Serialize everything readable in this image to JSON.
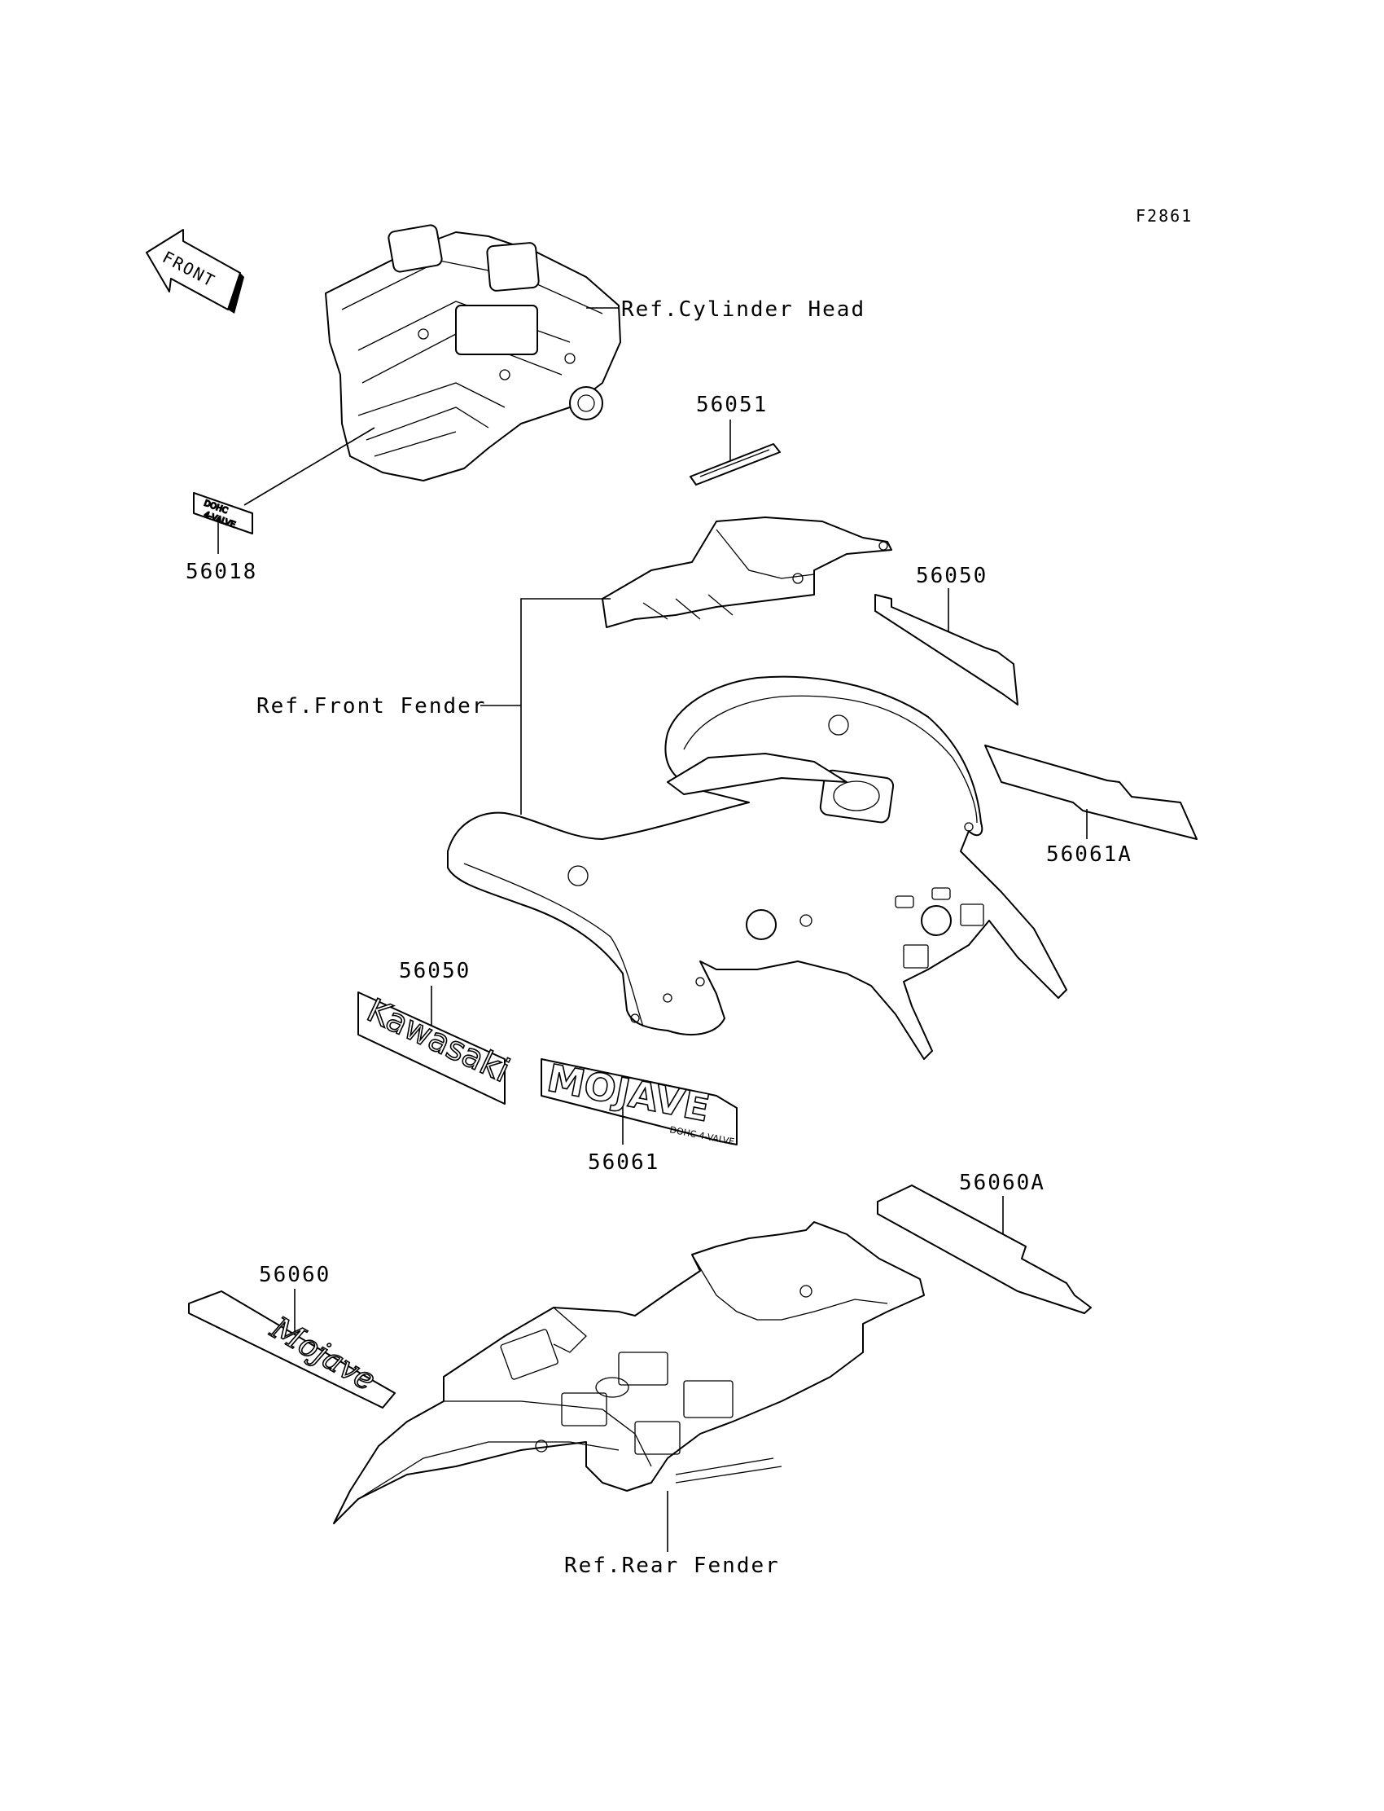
{
  "figure_id": "F2861",
  "front_arrow": {
    "label": "FRONT"
  },
  "references": {
    "cylinder_head": "Ref.Cylinder Head",
    "front_fender": "Ref.Front Fender",
    "rear_fender": "Ref.Rear Fender"
  },
  "parts": {
    "p56018": "56018",
    "p56051": "56051",
    "p56050_upper": "56050",
    "p56061A": "56061A",
    "p56050_lower": "56050",
    "p56061": "56061",
    "p56060A": "56060A",
    "p56060": "56060"
  },
  "decals": {
    "dohc_line1": "DOHC",
    "dohc_line2": "4-VALVE",
    "kawasaki": "Kawasaki",
    "mojave": "MOJAVE",
    "mojave_sub": "DOHC 4-VALVE",
    "mojave_script": "Mojave"
  }
}
